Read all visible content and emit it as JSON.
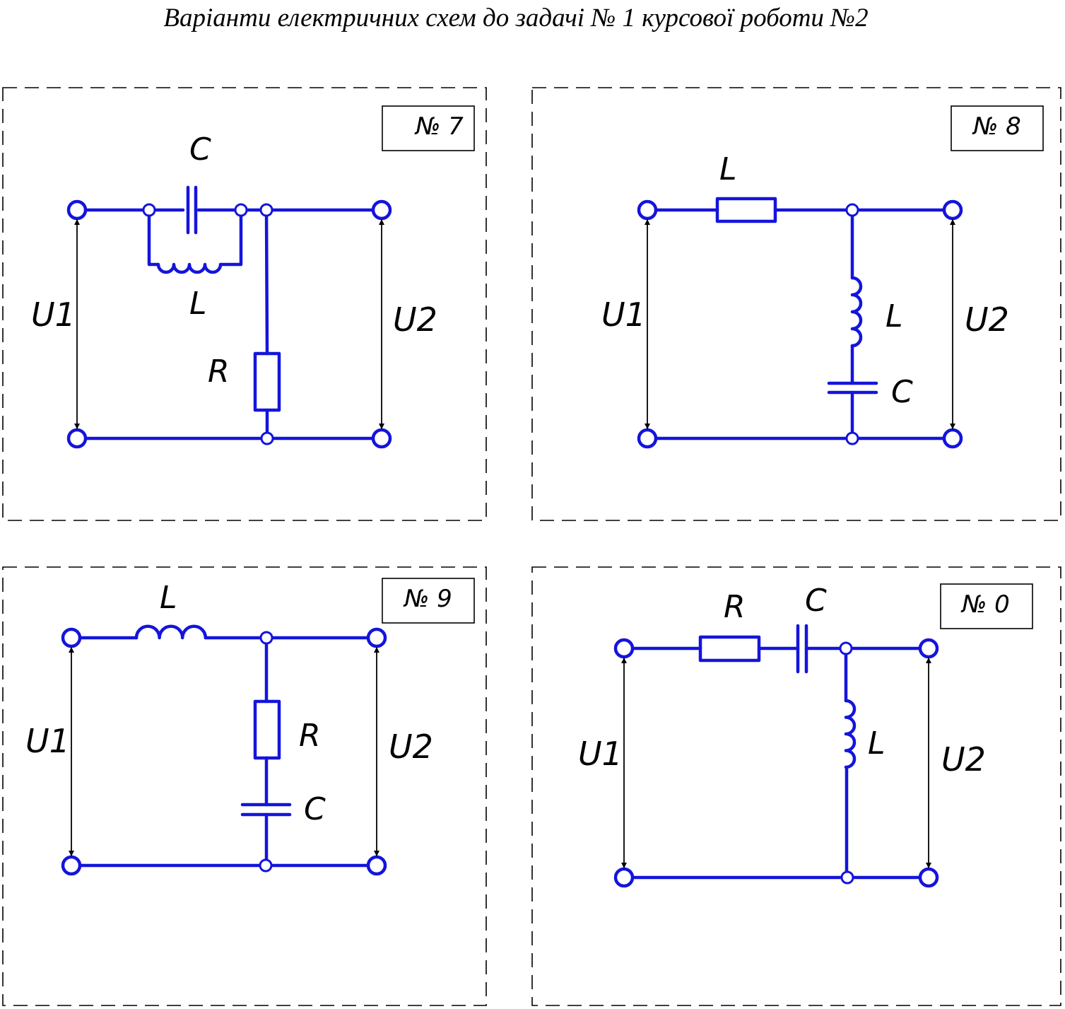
{
  "title": "Варіанти електричних схем до задачі № 1 курсової роботи №2",
  "colors": {
    "wire": "#1414dc",
    "frame": "#000000"
  },
  "variants": [
    {
      "number": "№ 7",
      "input_voltage": "U1",
      "output_voltage": "U2",
      "labels": {
        "c": "C",
        "l": "L",
        "r": "R"
      }
    },
    {
      "number": "№ 8",
      "input_voltage": "U1",
      "output_voltage": "U2",
      "labels": {
        "l1": "L",
        "l2": "L",
        "c": "C"
      }
    },
    {
      "number": "№ 9",
      "input_voltage": "U1",
      "output_voltage": "U2",
      "labels": {
        "l": "L",
        "r": "R",
        "c": "C"
      }
    },
    {
      "number": "№ 0",
      "input_voltage": "U1",
      "output_voltage": "U2",
      "labels": {
        "r": "R",
        "c": "C",
        "l": "L"
      }
    }
  ]
}
